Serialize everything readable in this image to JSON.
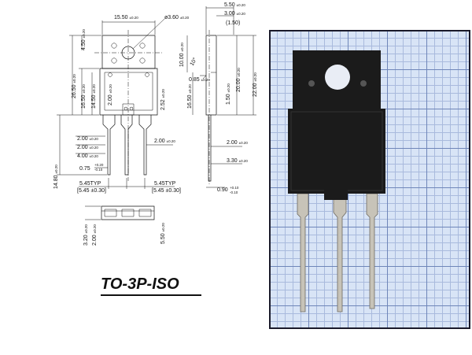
{
  "title": "TO-3P-ISO",
  "top_view": {
    "width_main": "15.50",
    "hole_dia": "ø3.60",
    "tab_height": "4.50",
    "overall_height": "26.50",
    "body_h1": "16.50",
    "body_h2": "14.50",
    "slot_h": "2.00",
    "lead_len": "14.80",
    "shoulder_1": "2.00",
    "shoulder_2": "2.00",
    "lead_w1": "4.00",
    "lead_w2": "0.75",
    "lead_w3": "2.52",
    "lead_w4": "2.00",
    "pitch_1": "5.45TYP",
    "pitch_1b": "[5.45 ±0.30]",
    "pitch_2": "5.45TYP",
    "pitch_2b": "[5.45 ±0.30]",
    "bottom_h1": "3.20",
    "bottom_h2": "2.00",
    "bottom_h3": "5.50"
  },
  "side_view": {
    "thickness": "5.50",
    "body_t": "3.00",
    "body_t_ref": "(1.50)",
    "tab_h": "10.00",
    "angle": "10°",
    "lead_t": "0.85",
    "h1": "16.50",
    "h2": "1.50",
    "h3": "20.00",
    "h4": "22.00",
    "lead_w": "2.00",
    "lead_bend": "3.30",
    "lead_end": "0.90"
  },
  "tolerances": {
    "std": "±0.20",
    "std_alt": "±0.20",
    "plus": "+0.20",
    "minus": "-0.10",
    "plus2": "+0.10",
    "minus2": "-0.10"
  },
  "colors": {
    "grid_bg": "#d8e4f6",
    "grid_major": "#6f86b9",
    "grid_minor": "#a9badd",
    "body_black": "#1b1b1b",
    "lead_metal": "#c7c3b8"
  }
}
